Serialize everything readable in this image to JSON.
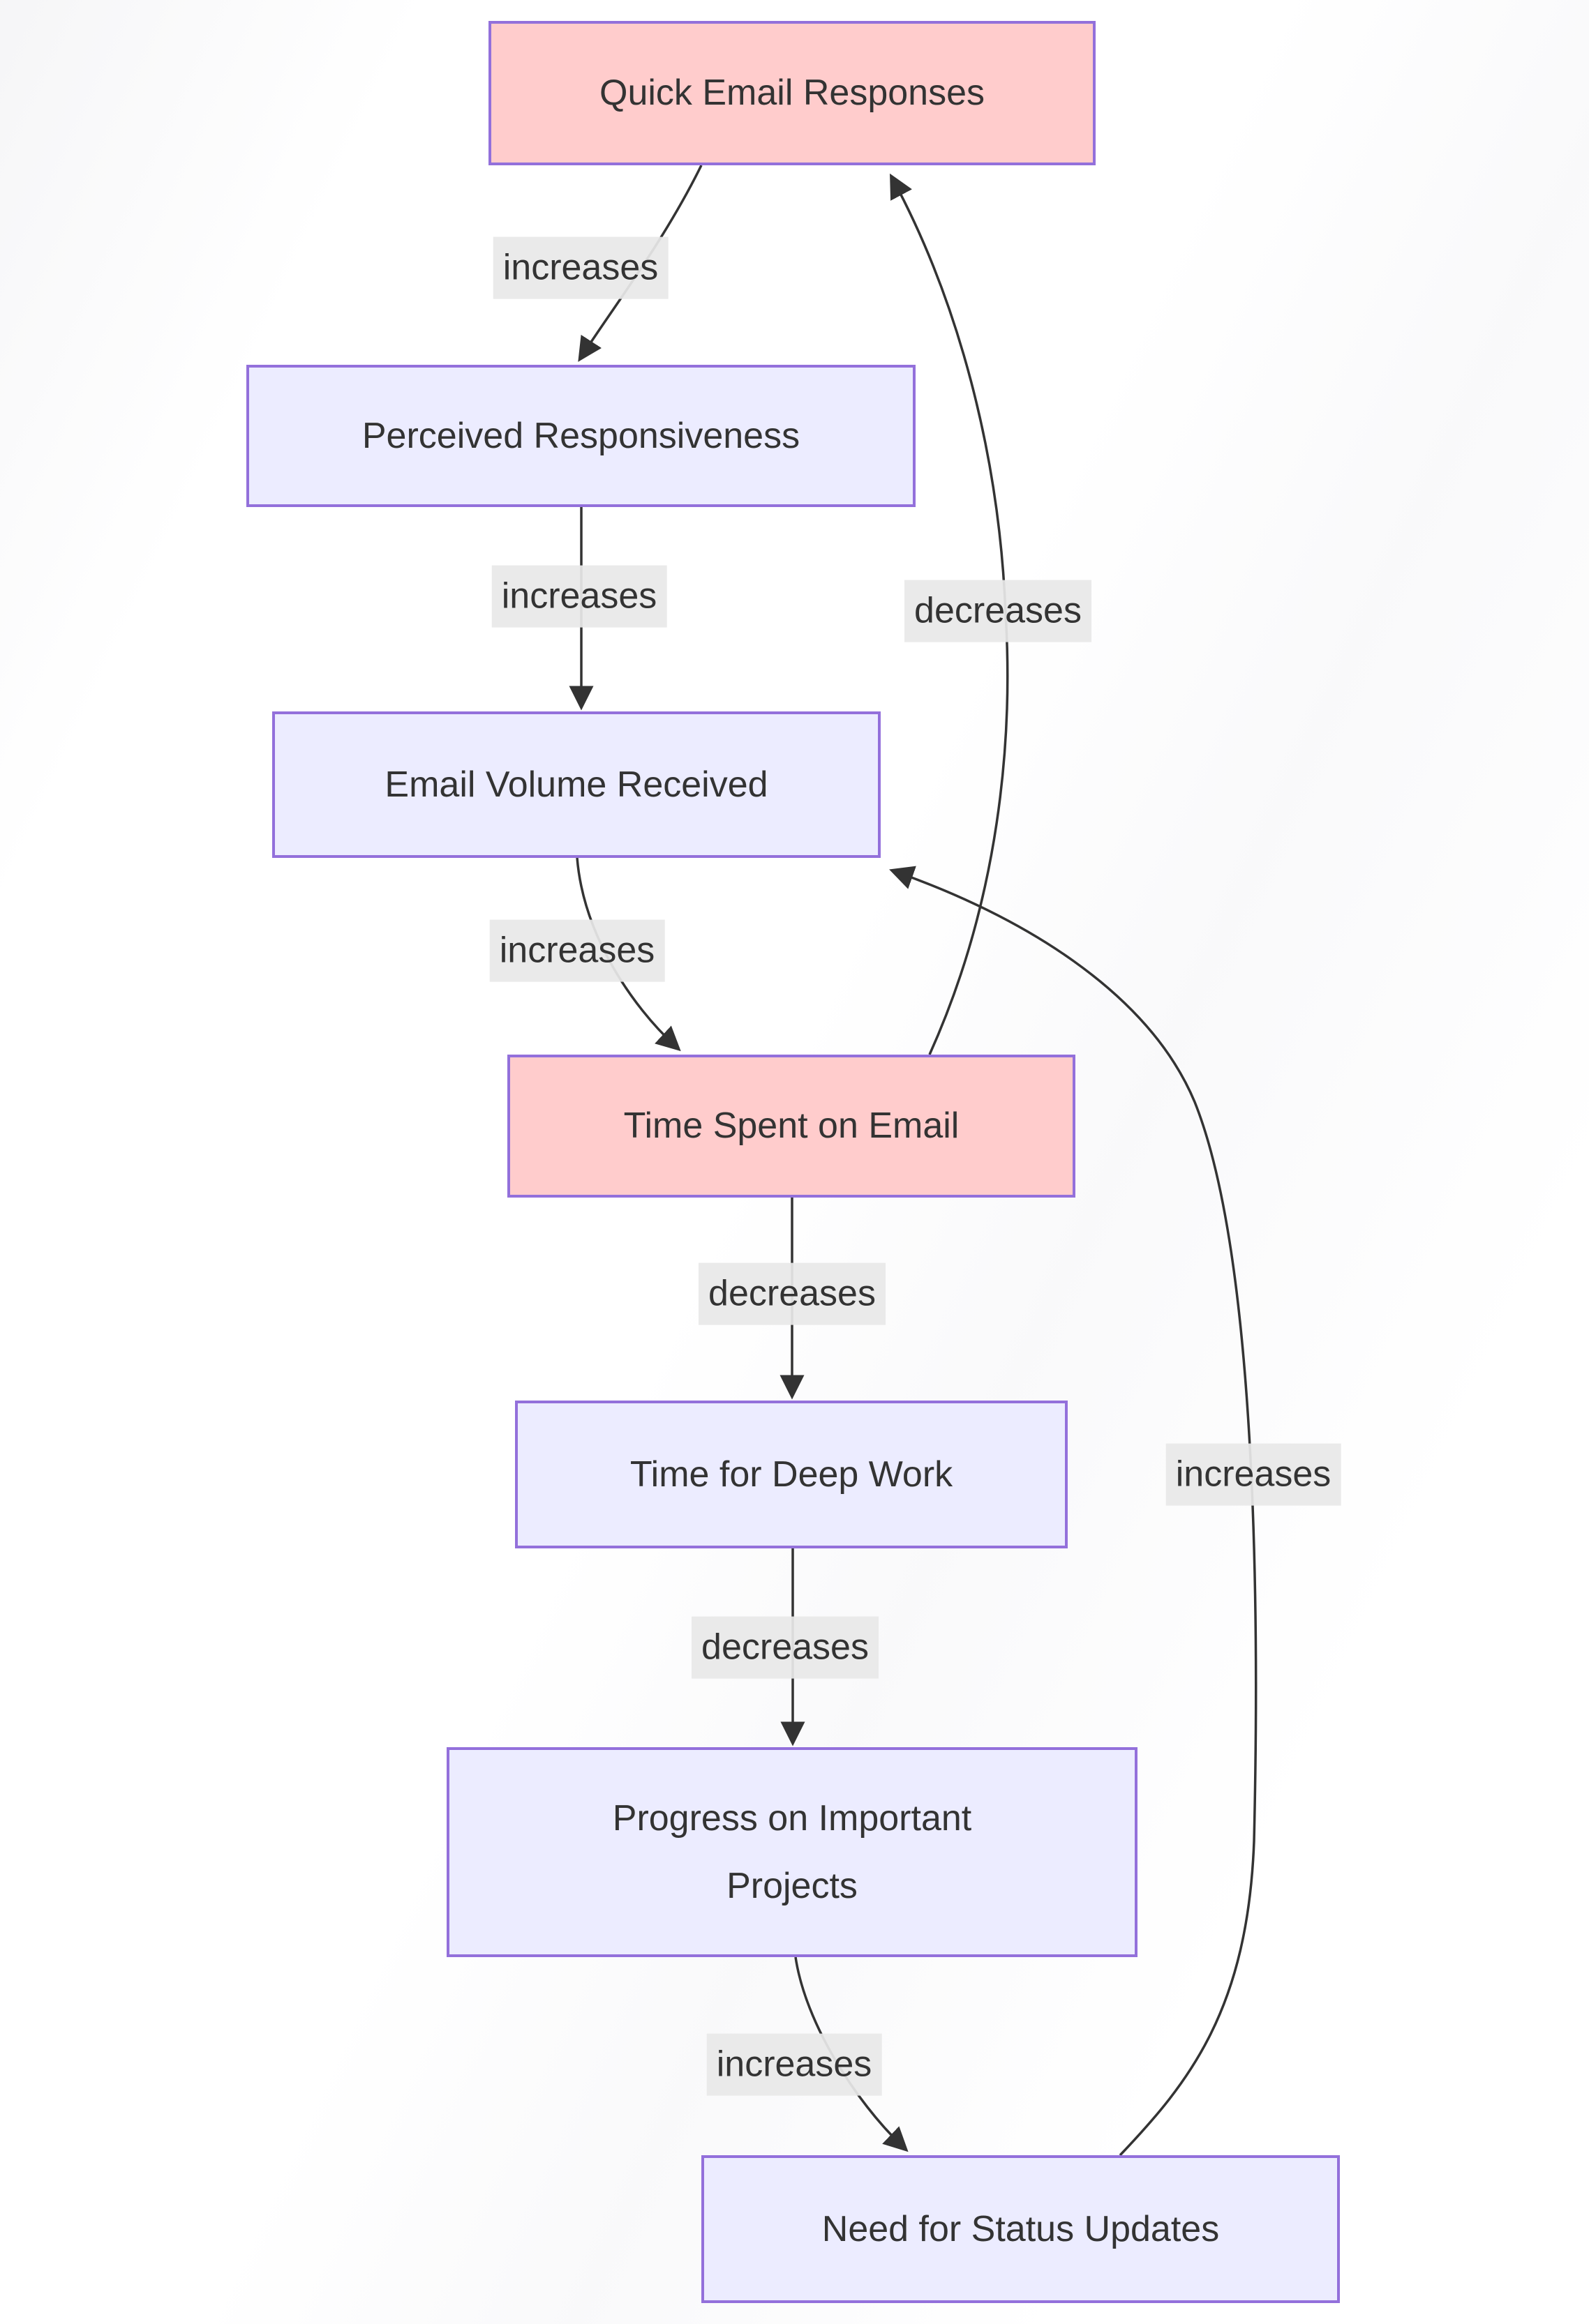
{
  "diagram": {
    "type": "flowchart",
    "direction": "top-down",
    "nodes": [
      {
        "id": "quick_email_responses",
        "label": "Quick Email Responses",
        "style": "highlight"
      },
      {
        "id": "perceived_responsiveness",
        "label": "Perceived Responsiveness",
        "style": "default"
      },
      {
        "id": "email_volume_received",
        "label": "Email Volume Received",
        "style": "default"
      },
      {
        "id": "time_spent_on_email",
        "label": "Time Spent on Email",
        "style": "highlight"
      },
      {
        "id": "time_for_deep_work",
        "label": "Time for Deep Work",
        "style": "default"
      },
      {
        "id": "progress_on_important_projects",
        "label": "Progress on Important Projects",
        "style": "default"
      },
      {
        "id": "need_for_status_updates",
        "label": "Need for Status Updates",
        "style": "default"
      }
    ],
    "edges": [
      {
        "from": "quick_email_responses",
        "to": "perceived_responsiveness",
        "label": "increases"
      },
      {
        "from": "perceived_responsiveness",
        "to": "email_volume_received",
        "label": "increases"
      },
      {
        "from": "email_volume_received",
        "to": "time_spent_on_email",
        "label": "increases"
      },
      {
        "from": "time_spent_on_email",
        "to": "time_for_deep_work",
        "label": "decreases"
      },
      {
        "from": "time_for_deep_work",
        "to": "progress_on_important_projects",
        "label": "decreases"
      },
      {
        "from": "progress_on_important_projects",
        "to": "need_for_status_updates",
        "label": "increases"
      },
      {
        "from": "time_spent_on_email",
        "to": "quick_email_responses",
        "label": "decreases"
      },
      {
        "from": "need_for_status_updates",
        "to": "email_volume_received",
        "label": "increases"
      }
    ],
    "colors": {
      "node_fill_default": "#ececff",
      "node_fill_highlight": "#ffcccc",
      "node_border": "#9370db",
      "edge_stroke": "#333333",
      "edge_label_background": "#e8e8e8",
      "text": "#333333",
      "background": "#ffffff"
    }
  }
}
